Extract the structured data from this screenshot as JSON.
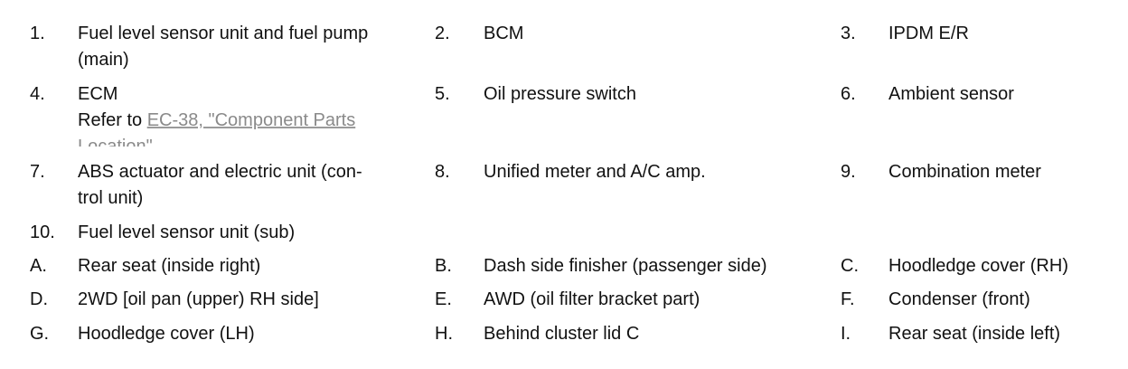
{
  "rows": [
    {
      "c1": {
        "num": "1.",
        "text": "Fuel level sensor unit and fuel pump (main)"
      },
      "c2": {
        "num": "2.",
        "text": "BCM"
      },
      "c3": {
        "num": "3.",
        "text": "IPDM E/R"
      }
    },
    {
      "c1": {
        "num": "4.",
        "text": "ECM",
        "refer": "Refer to ",
        "link1": "EC-38, \"Component Parts ",
        "link2": "Location\""
      },
      "c2": {
        "num": "5.",
        "text": "Oil pressure switch"
      },
      "c3": {
        "num": "6.",
        "text": "Ambient sensor"
      }
    },
    {
      "c1": {
        "num": "7.",
        "text": "ABS actuator and electric unit (con-trol unit)"
      },
      "c2": {
        "num": "8.",
        "text": "Unified meter and A/C amp."
      },
      "c3": {
        "num": "9.",
        "text": "Combination meter"
      }
    },
    {
      "c1": {
        "num": "10.",
        "text": "Fuel level sensor unit (sub)"
      }
    },
    {
      "c1": {
        "num": "A.",
        "text": "Rear seat (inside right)"
      },
      "c2": {
        "num": "B.",
        "text": "Dash side finisher (passenger side)"
      },
      "c3": {
        "num": "C.",
        "text": "Hoodledge cover (RH)"
      }
    },
    {
      "c1": {
        "num": "D.",
        "text": "2WD [oil pan (upper) RH side]"
      },
      "c2": {
        "num": "E.",
        "text": "AWD (oil filter bracket part)"
      },
      "c3": {
        "num": "F.",
        "text": "Condenser (front)"
      }
    },
    {
      "c1": {
        "num": "G.",
        "text": "Hoodledge cover (LH)"
      },
      "c2": {
        "num": "H.",
        "text": "Behind cluster lid C"
      },
      "c3": {
        "num": "I.",
        "text": "Rear seat (inside left)"
      }
    }
  ]
}
